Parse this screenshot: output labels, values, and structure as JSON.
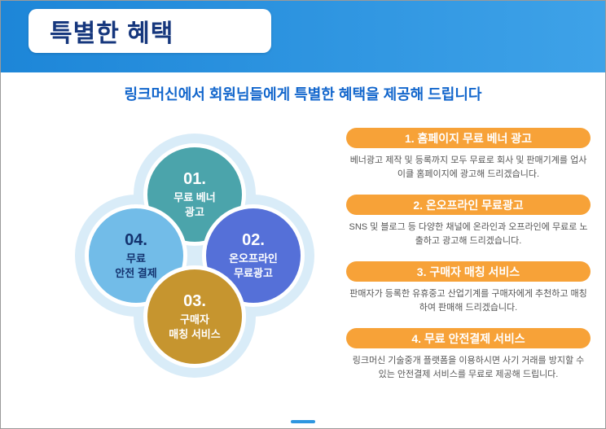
{
  "header": {
    "title": "특별한 혜택"
  },
  "subtitle": "링크머신에서 회원님들에게 특별한 혜택을 제공해 드립니다",
  "colors": {
    "header_blue_start": "#1d86d8",
    "header_blue_end": "#3ea2e8",
    "title_navy": "#16377d",
    "subtitle_blue": "#1266cc",
    "pill_orange": "#f7a238",
    "blob_light_blue": "#d9ecf8",
    "desc_gray": "#555555"
  },
  "diagram": {
    "circles": [
      {
        "num": "01.",
        "lines": [
          "무료 베너",
          "광고"
        ],
        "color": "#4ba4ab",
        "text_color": "#ffffff"
      },
      {
        "num": "02.",
        "lines": [
          "온오프라인",
          "무료광고"
        ],
        "color": "#5570d8",
        "text_color": "#ffffff"
      },
      {
        "num": "03.",
        "lines": [
          "구매자",
          "매칭 서비스"
        ],
        "color": "#c6952f",
        "text_color": "#ffffff"
      },
      {
        "num": "04.",
        "lines": [
          "무료",
          "안전 결제"
        ],
        "color": "#72bce8",
        "text_color": "#13326e"
      }
    ]
  },
  "benefits": [
    {
      "title": "1. 홈페이지 무료 베너 광고",
      "desc": "베너광고 제작 및 등록까지 모두 무료로 회사 및 판매기계를 업사이클 홈페이지에 광고해 드리겠습니다."
    },
    {
      "title": "2. 온오프라인 무료광고",
      "desc": "SNS 및 블로그 등 다양한 채널에 온라인과 오프라인에 무료로 노출하고 광고해 드리겠습니다."
    },
    {
      "title": "3. 구매자 매칭 서비스",
      "desc": "판매자가 등록한 유휴중고 산업기계를 구매자에게 추천하고 매칭하여 판매해 드리겠습니다."
    },
    {
      "title": "4. 무료 안전결제 서비스",
      "desc": "링크머신 기술중개 플랫폼을 이용하시면 사기 거래를 방지할 수 있는 안전결제 서비스를 무료로 제공해 드립니다."
    }
  ]
}
